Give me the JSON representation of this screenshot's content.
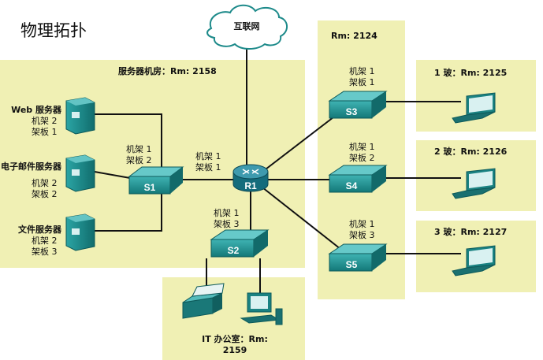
{
  "title": "物理拓扑",
  "internet": "互联网",
  "server_room": {
    "label": "服务器机房：Rm: 2158",
    "servers": [
      {
        "name": "Web 服务器",
        "rack": "机架 2",
        "shelf": "架板 1"
      },
      {
        "name": "电子邮件服务器",
        "rack": "机架 2",
        "shelf": "架板 2"
      },
      {
        "name": "文件服务器",
        "rack": "机架 2",
        "shelf": "架板 3"
      }
    ],
    "s1": {
      "label": "S1",
      "rack": "机架 1",
      "shelf": "架板 2"
    },
    "r1": {
      "label": "R1",
      "rack": "机架 1",
      "shelf": "架板 1"
    },
    "s2": {
      "label": "S2",
      "rack": "机架 1",
      "shelf": "架板 3"
    }
  },
  "rm2124": {
    "label": "Rm: 2124",
    "switches": [
      {
        "label": "S3",
        "rack": "机架 1",
        "shelf": "架板 1"
      },
      {
        "label": "S4",
        "rack": "机架 1",
        "shelf": "架板 2"
      },
      {
        "label": "S5",
        "rack": "机架 1",
        "shelf": "架板 3"
      }
    ]
  },
  "rooms": [
    {
      "label": "1 玻：Rm: 2125"
    },
    {
      "label": "2 玻：Rm: 2126"
    },
    {
      "label": "3 玻：Rm: 2127"
    }
  ],
  "it_office": {
    "line1": "IT 办公室：Rm:",
    "line2": "2159"
  },
  "colors": {
    "panel": "#f0f0b4",
    "device": "#1c8c8c",
    "router": "#2a7a8a"
  }
}
